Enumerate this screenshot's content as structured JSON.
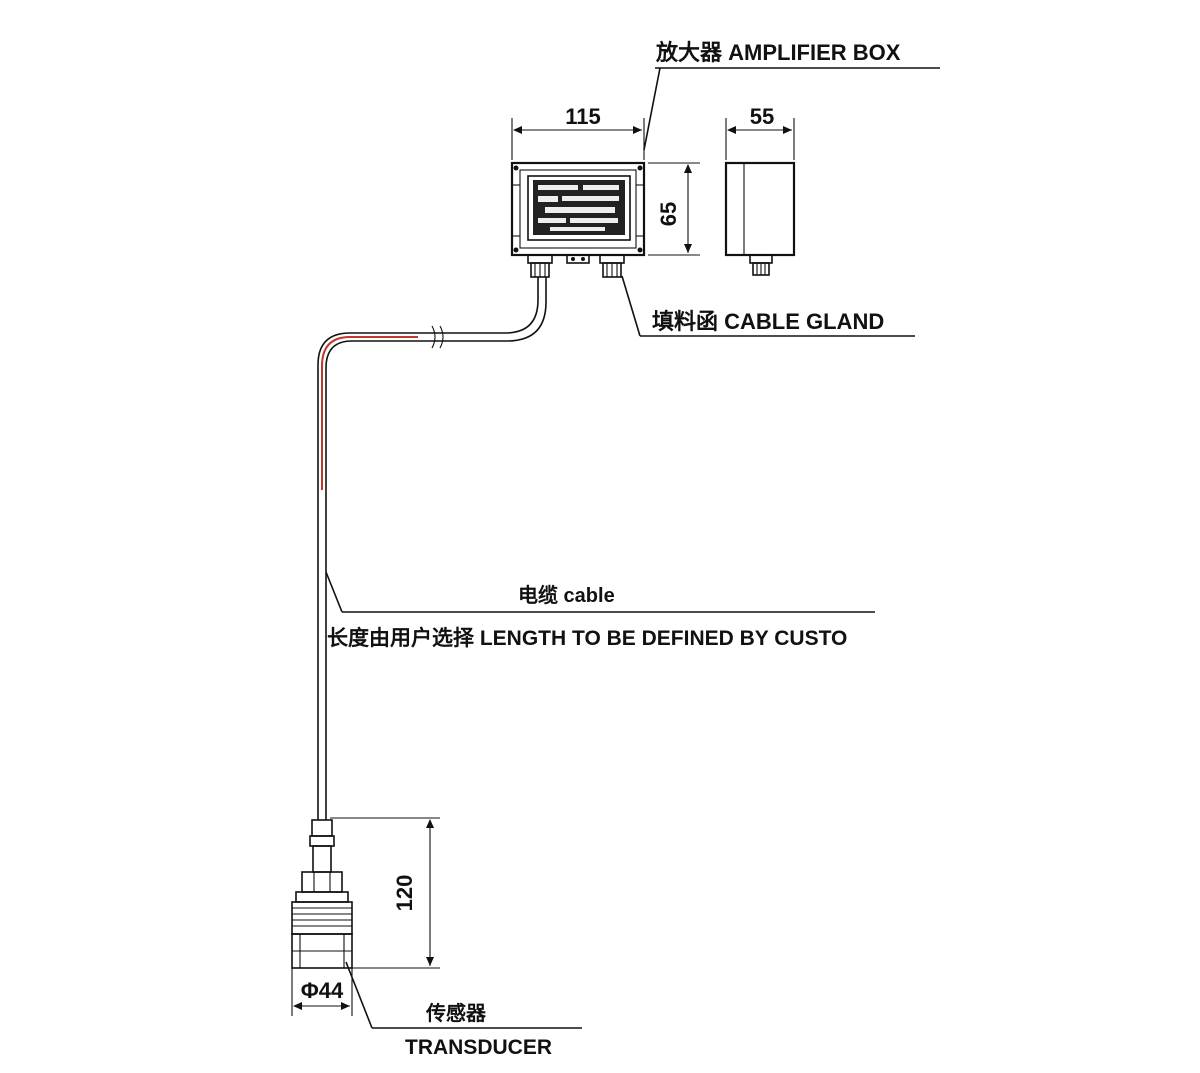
{
  "labels": {
    "amplifier_box": "放大器 AMPLIFIER BOX",
    "cable_gland": "填料函 CABLE GLAND",
    "cable": "电缆  cable",
    "length_note": "长度由用户选择 LENGTH TO BE DEFINED BY CUSTO",
    "transducer_cn": "传感器",
    "transducer_en": "TRANSDUCER"
  },
  "dimensions": {
    "box_width": "115",
    "box_depth": "55",
    "box_height": "65",
    "transducer_height": "120",
    "transducer_diameter": "Φ44"
  },
  "colors": {
    "line": "#111111",
    "cable_accent": "#c0392b"
  }
}
